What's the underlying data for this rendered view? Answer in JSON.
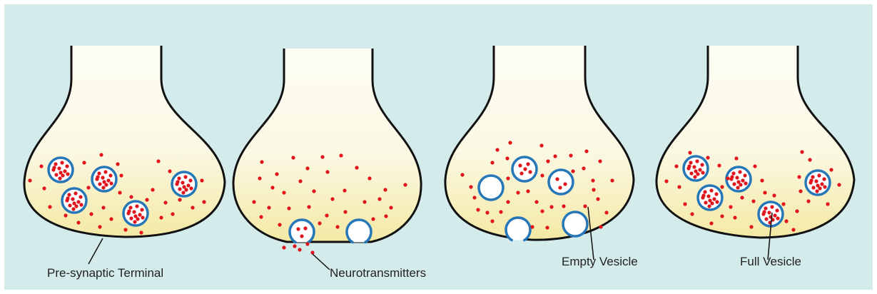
{
  "colors": {
    "background": "#d4ebec",
    "terminal_fill_top": "#fdfdf4",
    "terminal_fill_bottom": "#f4e9a4",
    "terminal_outline": "#111111",
    "vesicle_outline": "#2677b8",
    "vesicle_fill": "#ffffff",
    "neurotransmitter": "#e0151c"
  },
  "labels": {
    "pre_synaptic_terminal": "Pre-synaptic Terminal",
    "neurotransmitters": "Neurotransmitters",
    "empty_vesicle": "Empty Vesicle",
    "full_vesicle": "Full Vesicle"
  }
}
